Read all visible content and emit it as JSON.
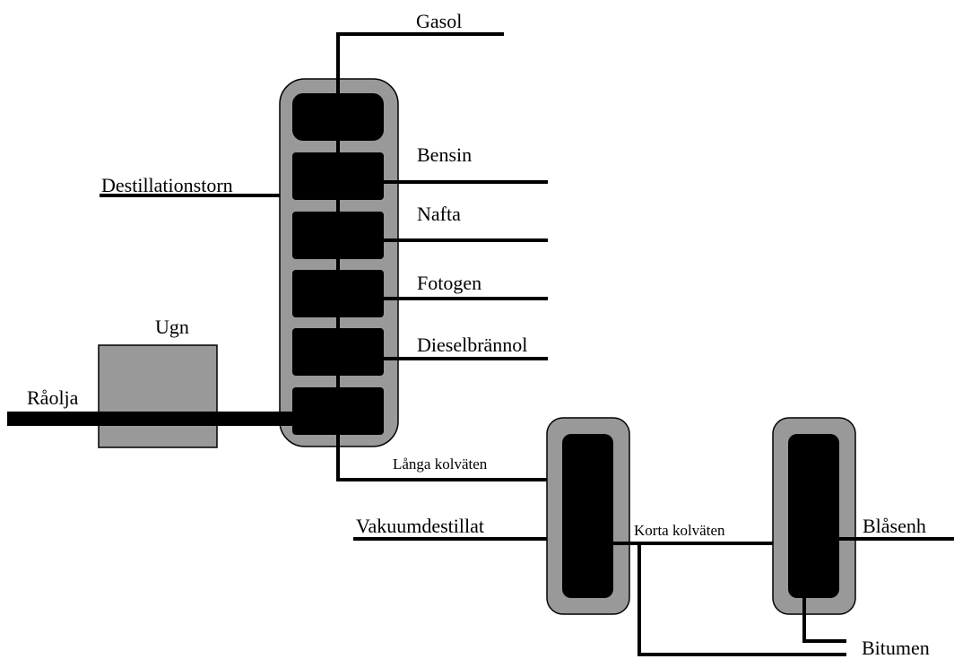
{
  "labels": {
    "gasol": "Gasol",
    "bensin": "Bensin",
    "nafta": "Nafta",
    "fotogen": "Fotogen",
    "diesel": "Dieselbrännol",
    "tower": "Destillationstorn",
    "ugn": "Ugn",
    "raolja": "Råolja",
    "langa": "Långa kolväten",
    "vakuum": "Vakuumdestillat",
    "korta": "Korta kolväten",
    "blasenh": "Blåsenh",
    "bitumen": "Bitumen"
  },
  "colors": {
    "shell": "#999999",
    "tray": "#000000",
    "line": "#000000"
  }
}
